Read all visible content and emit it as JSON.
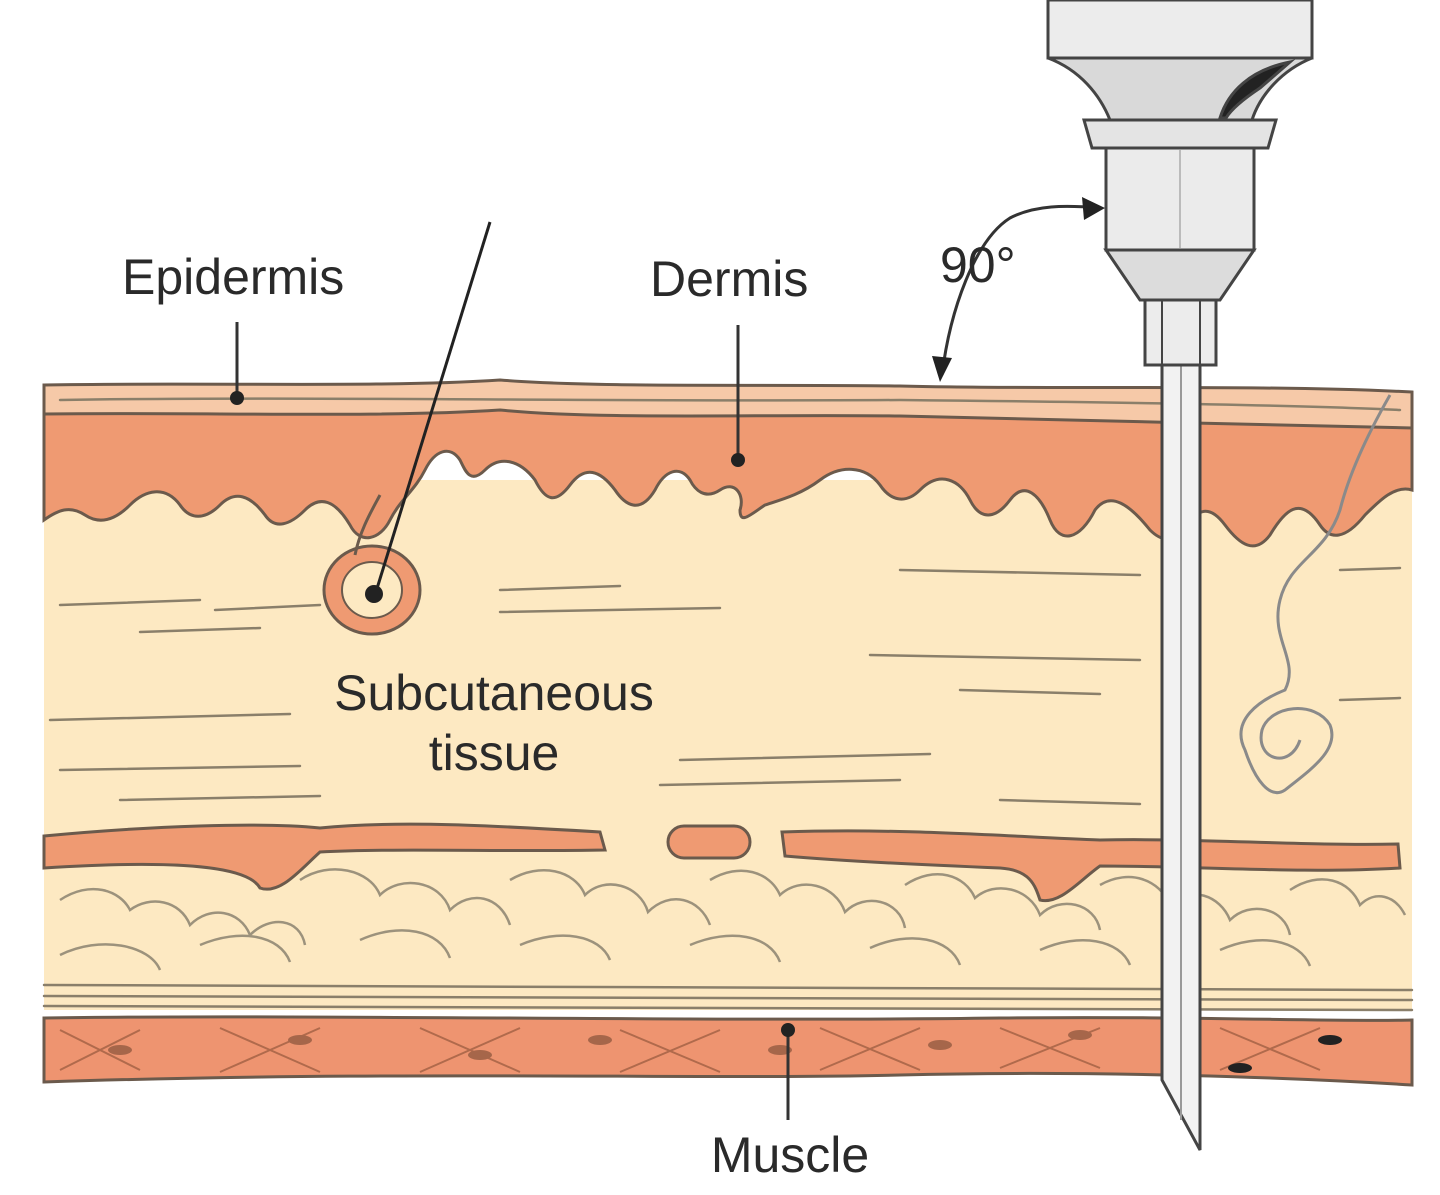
{
  "labels": {
    "epidermis": "Epidermis",
    "dermis": "Dermis",
    "subcutaneous_line1": "Subcutaneous",
    "subcutaneous_line2": "tissue",
    "muscle": "Muscle",
    "angle": "90°"
  },
  "colors": {
    "epidermis": "#f6c9a8",
    "dermis": "#ef9a72",
    "subcutaneous": "#fde9c2",
    "muscle": "#ee9470",
    "needle_hub": "#e2e2e2",
    "outline": "#6b5a4c"
  }
}
